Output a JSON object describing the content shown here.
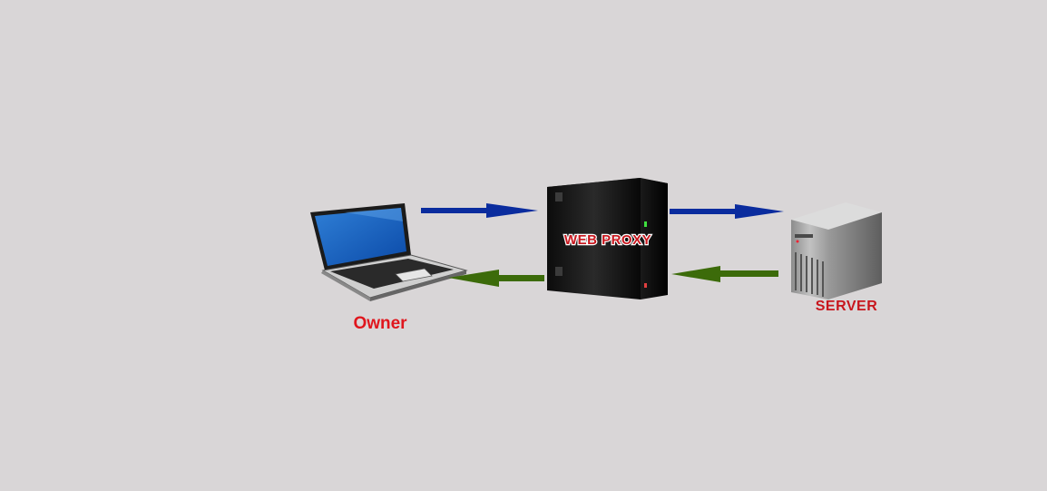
{
  "nodes": {
    "owner": {
      "label": "Owner",
      "icon": "laptop-icon"
    },
    "proxy": {
      "label": "WEB PROXY",
      "icon": "tower-server-icon"
    },
    "server": {
      "label": "SERVER",
      "icon": "server-tower-icon"
    }
  },
  "edges": [
    {
      "from": "owner",
      "to": "proxy",
      "color": "#0a2c9e"
    },
    {
      "from": "proxy",
      "to": "server",
      "color": "#0a2c9e"
    },
    {
      "from": "server",
      "to": "proxy",
      "color": "#3c6b0a"
    },
    {
      "from": "proxy",
      "to": "owner",
      "color": "#3c6b0a"
    }
  ],
  "colors": {
    "background": "#d9d6d7",
    "label_red": "#e0161d",
    "request_arrow": "#0a2c9e",
    "response_arrow": "#3c6b0a"
  }
}
